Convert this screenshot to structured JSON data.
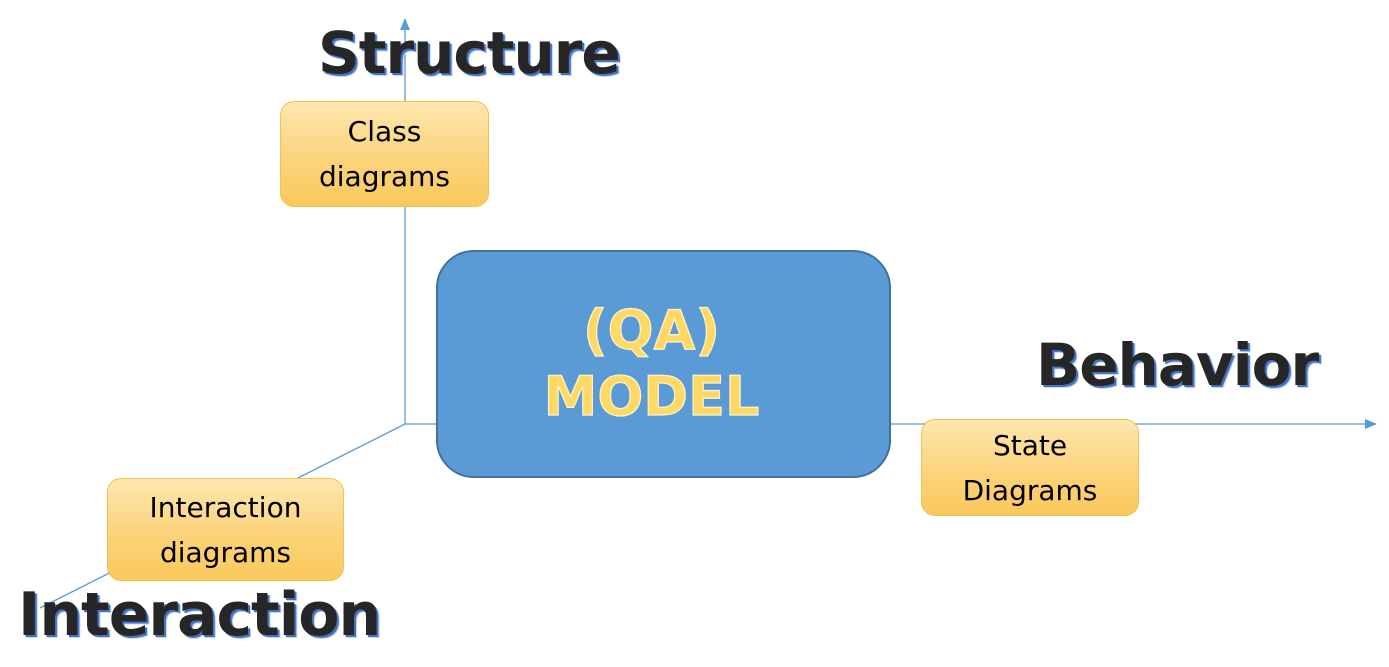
{
  "axes": {
    "structure": "Structure",
    "behavior": "Behavior",
    "interaction": "Interaction"
  },
  "boxes": {
    "class": "Class\ndiagrams",
    "state": "State\nDiagrams",
    "interaction": "Interaction\ndiagrams"
  },
  "center": {
    "line1": "(QA)",
    "line2": "MODEL"
  },
  "colors": {
    "axis_line": "#5b9bd5",
    "model_fill": "#5b9bd5",
    "model_text": "#ffd966",
    "box_fill": "#fbd276",
    "title_text": "#262626",
    "title_shadow": "#4472c4"
  }
}
